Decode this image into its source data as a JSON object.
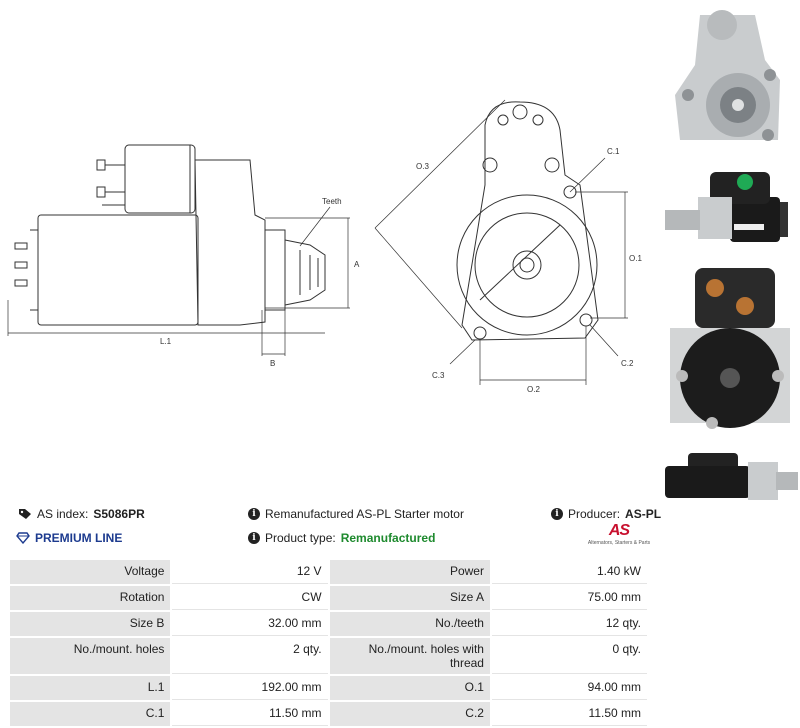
{
  "drawing": {
    "side": {
      "teeth": "Teeth",
      "a": "A",
      "b": "B",
      "l1": "L.1"
    },
    "front": {
      "o3": "O.3",
      "c1": "C.1",
      "o1": "O.1",
      "c2": "C.2",
      "c3": "C.3",
      "o2": "O.2"
    }
  },
  "photos": [
    "starter-photo-front",
    "starter-photo-top",
    "starter-photo-rear",
    "starter-photo-side"
  ],
  "info": {
    "as_index_label": "AS index:",
    "as_index_value": "S5086PR",
    "description": "Remanufactured AS-PL Starter motor",
    "producer_label": "Producer:",
    "producer_value": "AS-PL",
    "premium_line": "PREMIUM LINE",
    "product_type_label": "Product type:",
    "product_type_value": "Remanufactured",
    "logo_mark": "AS",
    "logo_tagline": "Alternators, Starters & Parts"
  },
  "specs": [
    {
      "k1": "Voltage",
      "v1": "12 V",
      "k2": "Power",
      "v2": "1.40 kW"
    },
    {
      "k1": "Rotation",
      "v1": "CW",
      "k2": "Size A",
      "v2": "75.00 mm"
    },
    {
      "k1": "Size B",
      "v1": "32.00 mm",
      "k2": "No./teeth",
      "v2": "12 qty."
    },
    {
      "k1": "No./mount. holes",
      "v1": "2 qty.",
      "k2": "No./mount. holes with thread",
      "v2": "0 qty."
    },
    {
      "k1": "L.1",
      "v1": "192.00 mm",
      "k2": "O.1",
      "v2": "94.00 mm"
    },
    {
      "k1": "C.1",
      "v1": "11.50 mm",
      "k2": "C.2",
      "v2": "11.50 mm"
    }
  ],
  "colors": {
    "premium": "#1d3b8f",
    "remanufactured": "#1e8a2e",
    "brand": "#c8102e",
    "cell": "#e4e4e4"
  }
}
